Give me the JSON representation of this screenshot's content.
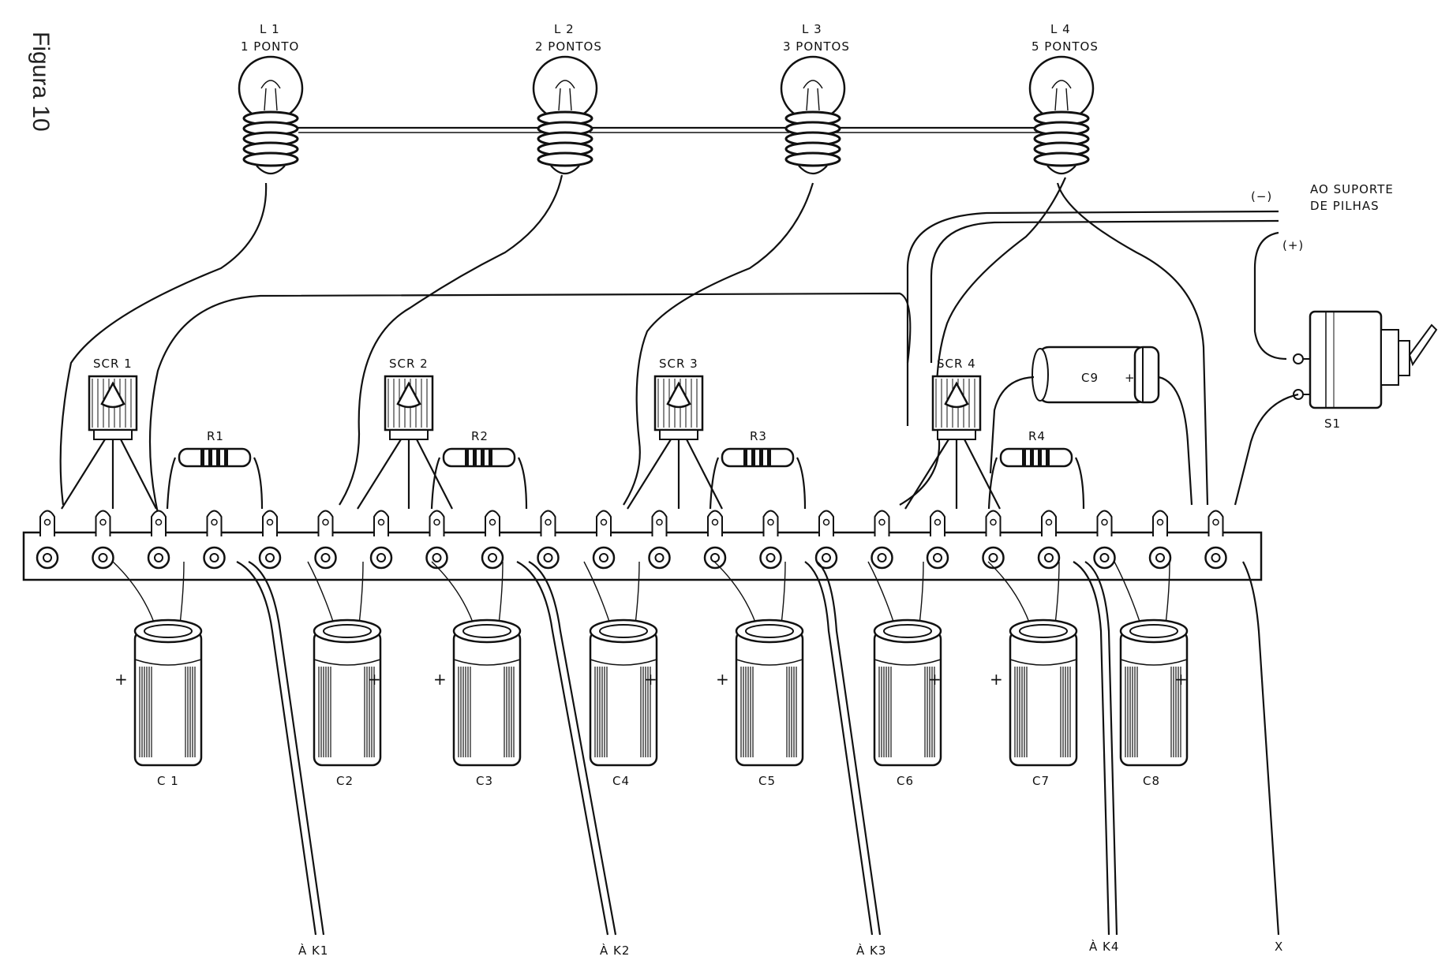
{
  "figure_title": "Figura 10",
  "lamps": [
    {
      "id": "L 1",
      "label": "1 PONTO"
    },
    {
      "id": "L 2",
      "label": "2 PONTOS"
    },
    {
      "id": "L 3",
      "label": "3 PONTOS"
    },
    {
      "id": "L 4",
      "label": "5 PONTOS"
    }
  ],
  "scrs": [
    "SCR 1",
    "SCR 2",
    "SCR 3",
    "SCR 4"
  ],
  "resistors": [
    "R1",
    "R2",
    "R3",
    "R4"
  ],
  "capacitors": [
    "C 1",
    "C2",
    "C3",
    "C4",
    "C5",
    "C6",
    "C7",
    "C8"
  ],
  "capacitor_c9": {
    "label": "C9",
    "polarity": "+"
  },
  "switch": {
    "label": "S1"
  },
  "battery": {
    "label_line1": "AO SUPORTE",
    "label_line2": "DE PILHAS",
    "negative": "(−)",
    "positive": "(+)"
  },
  "plus_sign": "+",
  "outputs": [
    "À K1",
    "À K2",
    "À K3",
    "À K4",
    "X"
  ]
}
